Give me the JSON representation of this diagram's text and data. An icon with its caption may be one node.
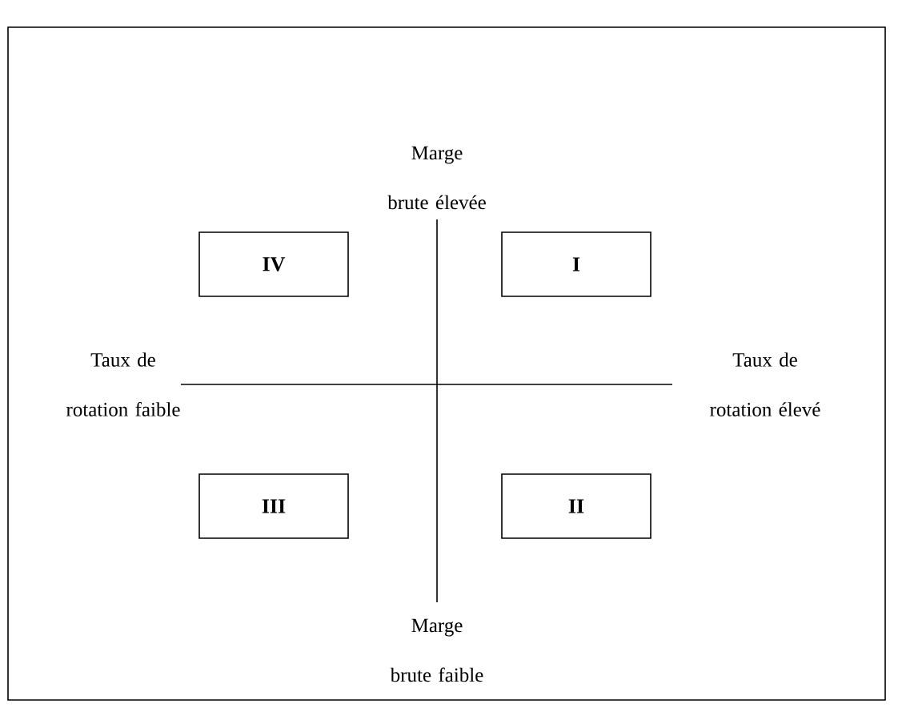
{
  "diagram": {
    "nodes": [
      {
        "text": [
          "IV"
        ]
      },
      {
        "text": [
          "I"
        ]
      },
      {
        "text": [
          "III"
        ]
      },
      {
        "text": [
          "II"
        ]
      }
    ],
    "labels": [
      "Marge brute élevée",
      "Taux de rotation faible",
      "Taux de rotation élevé",
      "Marge brute faible"
    ]
  }
}
